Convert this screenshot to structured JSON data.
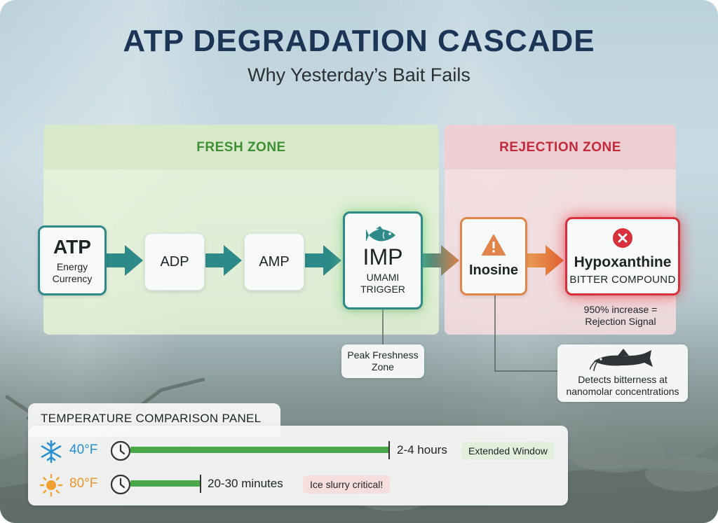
{
  "header": {
    "title": "ATP DEGRADATION CASCADE",
    "subtitle": "Why Yesterday’s Bait Fails"
  },
  "zones": {
    "fresh": "FRESH ZONE",
    "rejection": "REJECTION ZONE"
  },
  "nodes": {
    "atp": {
      "label": "ATP",
      "sub": "Energy Currency"
    },
    "adp": {
      "label": "ADP"
    },
    "amp": {
      "label": "AMP"
    },
    "imp": {
      "label": "IMP",
      "sub": "UMAMI TRIGGER",
      "icon": "fish-icon"
    },
    "inosine": {
      "label": "Inosine",
      "icon": "warning-icon"
    },
    "hypoxanthine": {
      "label": "Hypoxanthine",
      "sub": "BITTER COMPOUND",
      "icon": "error-x-icon"
    }
  },
  "annotations": {
    "increase": "950% increase = Rejection Signal",
    "peak": "Peak Freshness Zone",
    "detect": "Detects bitterness at nanomolar concentrations"
  },
  "panel": {
    "title": "TEMPERATURE COMPARISON PANEL",
    "rows": [
      {
        "temp": "40°F",
        "duration": "2-4 hours",
        "tag": "Extended Window",
        "icon": "snowflake-icon",
        "fill_fraction": 1.0
      },
      {
        "temp": "80°F",
        "duration": "20-30 minutes",
        "tag": "Ice slurry critical!",
        "icon": "sun-icon",
        "fill_fraction": 0.27
      }
    ]
  },
  "colors": {
    "title": "#1b3556",
    "fresh": "#3f8f35",
    "rejection": "#c2293a",
    "teal": "#2e8a88",
    "warning": "#e0844a",
    "danger": "#d6303c",
    "bar": "#4aa84a"
  }
}
